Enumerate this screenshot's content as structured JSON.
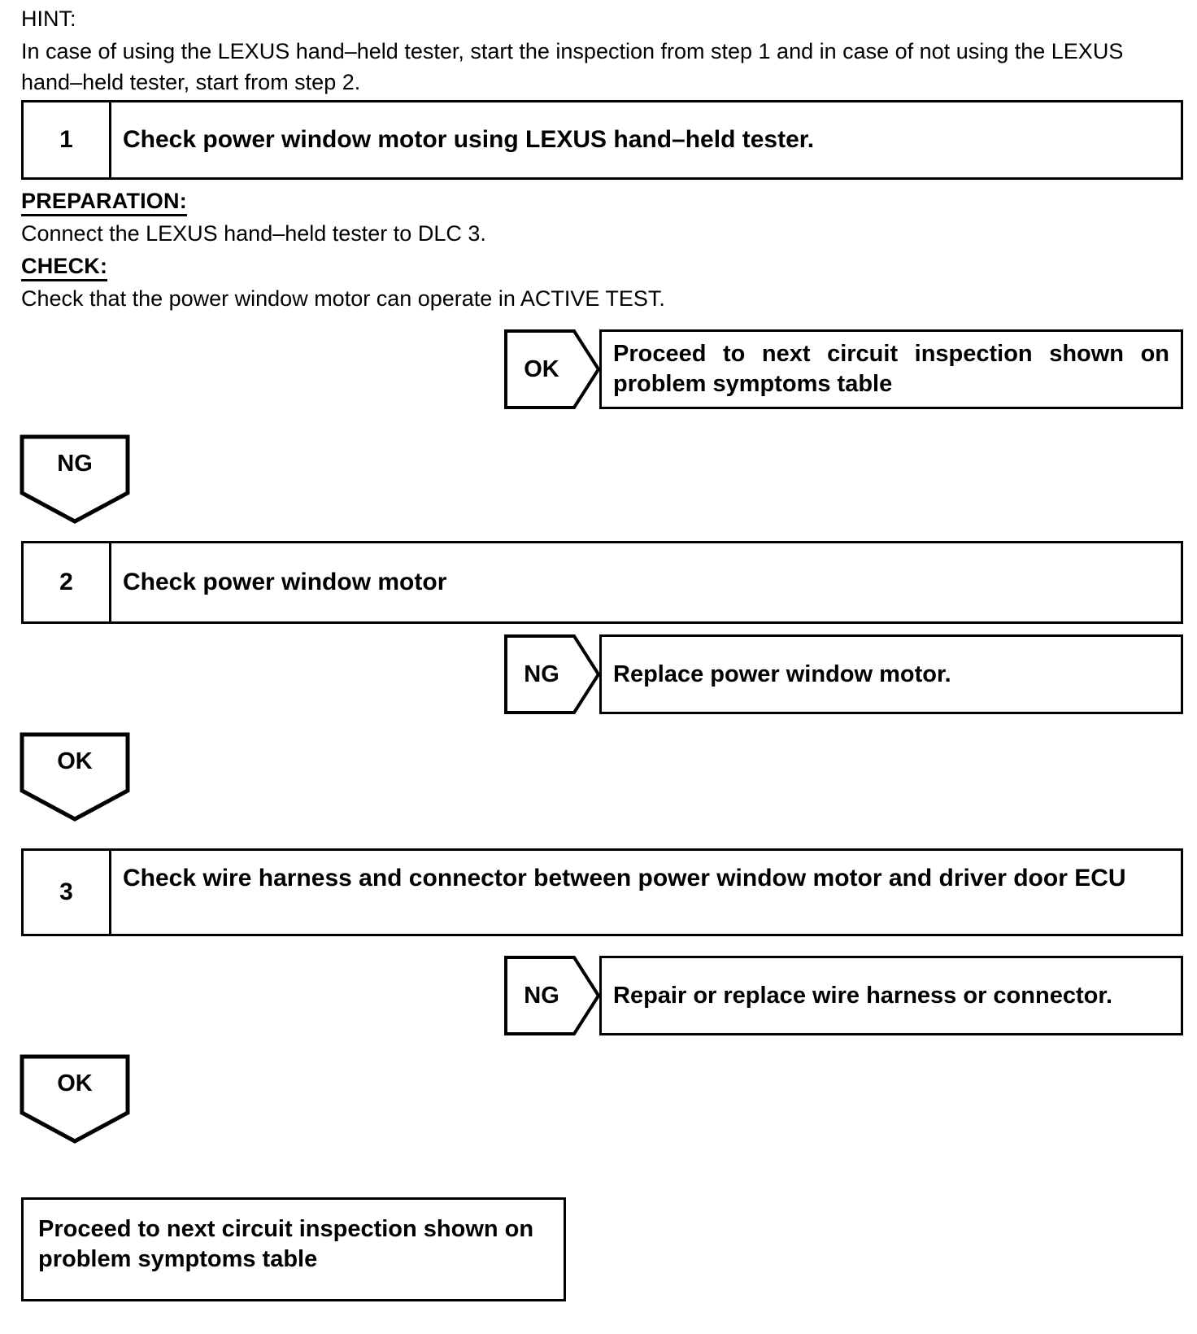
{
  "document": {
    "type": "troubleshooting-flowchart",
    "hint": {
      "label": "HINT:",
      "body": "In case of using the LEXUS hand–held tester, start the inspection from step 1 and in case of not using the LEXUS hand–held tester, start from step 2."
    },
    "steps": [
      {
        "number": "1",
        "title": "Check power window motor using LEXUS hand–held tester.",
        "details": {
          "preparation_label": "PREPARATION:",
          "preparation_text": "Connect the LEXUS hand–held tester to DLC 3.",
          "check_label": "CHECK:",
          "check_text": "Check that the power window motor can operate in ACTIVE TEST."
        },
        "result_branch": {
          "label": "OK",
          "line1": "Proceed to next circuit inspection shown on",
          "line2": "problem symptoms table"
        },
        "continue_branch": {
          "label": "NG"
        }
      },
      {
        "number": "2",
        "title": "Check power window motor",
        "result_branch": {
          "label": "NG",
          "line1": "Replace power window motor.",
          "line2": ""
        },
        "continue_branch": {
          "label": "OK"
        }
      },
      {
        "number": "3",
        "title": "Check wire harness and connector between power window motor and driver door ECU",
        "result_branch": {
          "label": "NG",
          "line1": "Repair or replace wire harness or connector.",
          "line2": ""
        },
        "continue_branch": {
          "label": "OK"
        }
      }
    ],
    "final": {
      "line1": "Proceed to next circuit inspection shown on",
      "line2": "problem symptoms table"
    },
    "colors": {
      "ink": "#000000",
      "paper": "#ffffff"
    }
  }
}
